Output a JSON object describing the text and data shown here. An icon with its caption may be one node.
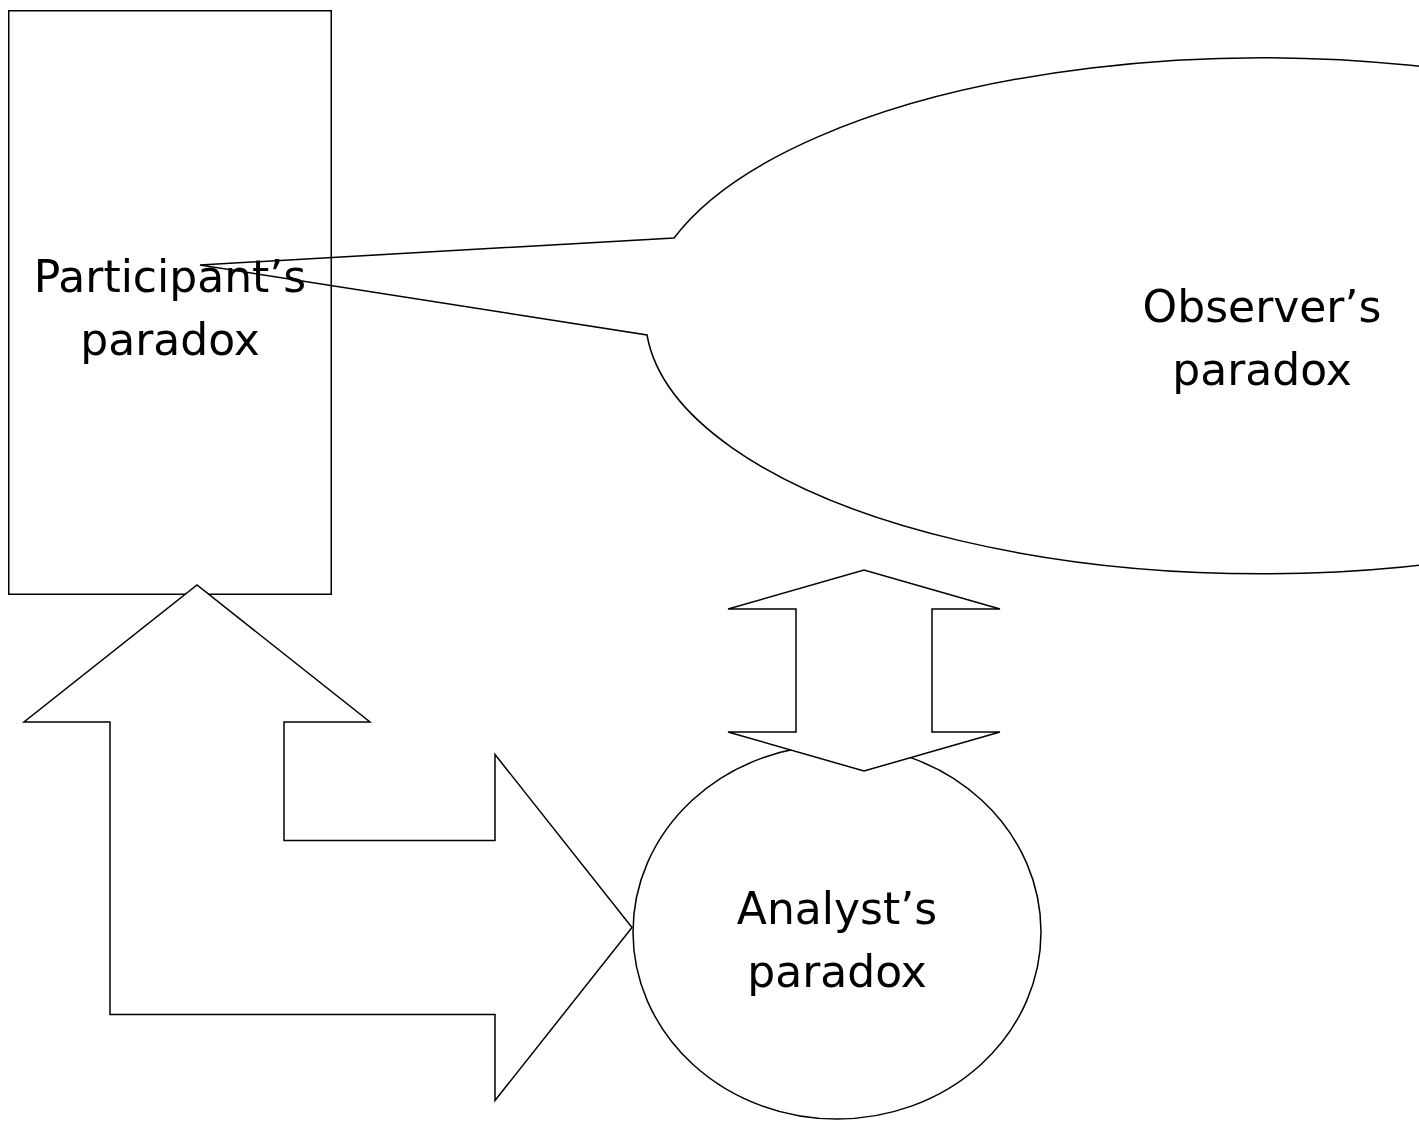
{
  "diagram": {
    "nodes": [
      {
        "text": [
          "Participant’s paradox"
        ]
      },
      {
        "text": [
          "Observer’s paradox"
        ]
      },
      {
        "text": [
          "Analyst’s paradox"
        ]
      }
    ],
    "edges": [
      {
        "from": 0,
        "to": 2,
        "arrow": "both"
      },
      {
        "from": 2,
        "to": 1,
        "arrow": "both"
      }
    ]
  }
}
